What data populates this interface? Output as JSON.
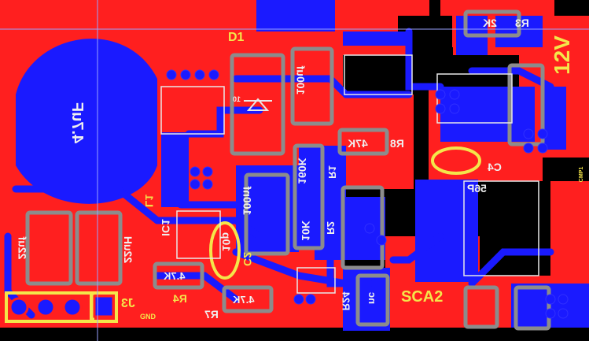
{
  "board": {
    "colors": {
      "background": "#000000",
      "top_copper": "#ff1f1f",
      "bottom_copper": "#1a1aff",
      "bottom_silk": "#f0f0f0",
      "top_silk": "#f4e64a",
      "pad": "#8c8c8c",
      "cursor": "#9aa2ff"
    },
    "labels": {
      "d1": "D1",
      "diode_inner": "10",
      "c_100uf": "100uf",
      "c_4_7uf": "4.7uF",
      "r3": "R3",
      "r3_value": "2K",
      "v12": "12V",
      "r8": "R8",
      "r8_value": "47K",
      "r1": "R1",
      "r1_value": "160K",
      "c_100nf": "100nf",
      "r2": "R2",
      "r2_value": "10K",
      "l1": "L1",
      "ic1": "IC1",
      "l1_value": "22uH",
      "c_22uf": "22uf",
      "c2": "C2",
      "c2_value": "10p",
      "r4": "R4",
      "r4_value": "4.7K",
      "r7": "R7",
      "r7_value": "4.7K",
      "j3": "J3",
      "gnd": "GND",
      "r24": "R24",
      "nc": "nc",
      "sca2": "SCA2",
      "c4": "C4",
      "c4_value": "56P",
      "ref_right": "CMP1"
    }
  }
}
